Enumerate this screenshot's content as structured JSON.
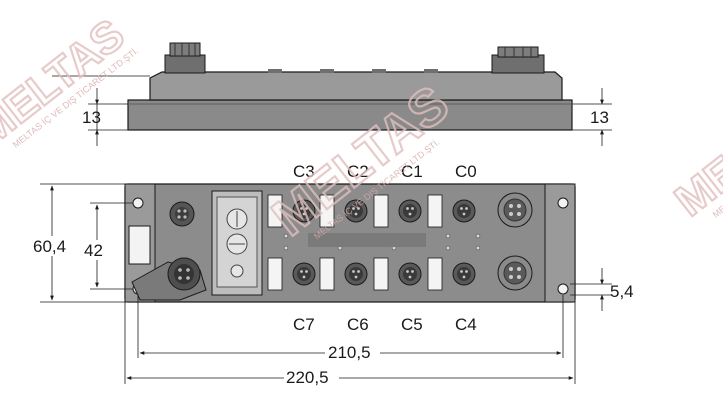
{
  "dimensions": {
    "side_left_height": "13",
    "side_right_height": "13",
    "front_height": "60,4",
    "hole_spacing": "42",
    "hole_offset": "5,4",
    "hole_distance": "210,5",
    "total_length": "220,5"
  },
  "channels": {
    "top": [
      "C3",
      "C2",
      "C1",
      "C0"
    ],
    "bottom": [
      "C7",
      "C6",
      "C5",
      "C4"
    ]
  },
  "watermark": {
    "text": "MELTAS",
    "subtext": "MELTAS İÇ VE DIŞ TİCARET LTD.ŞTİ."
  },
  "colors": {
    "body_gray": "#8e8e8e",
    "body_dark": "#6f6f6f",
    "line": "#1a1a1a",
    "watermark": "#d9b3b3"
  }
}
